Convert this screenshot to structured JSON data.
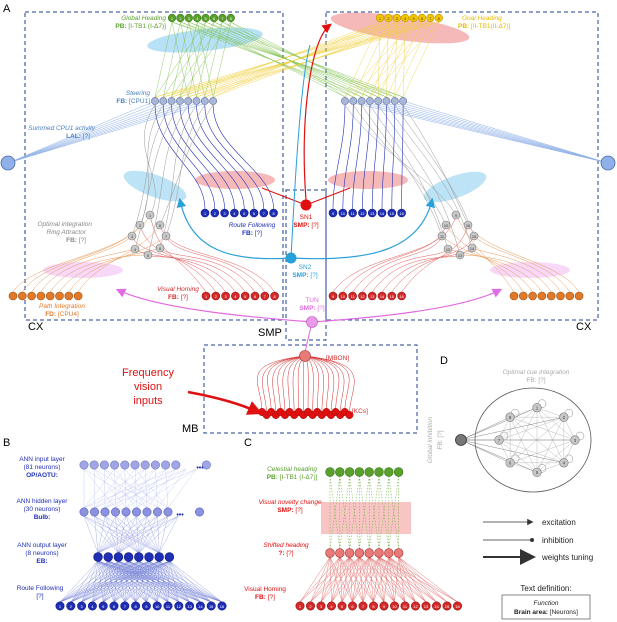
{
  "panels": {
    "a": "A",
    "b": "B",
    "c": "C",
    "d": "D"
  },
  "panel_a": {
    "global_heading": {
      "fn": "Global Heading",
      "area": "PB:",
      "neurons": "[I-TB1 (I-Δ7)]",
      "color": "#5aa02c"
    },
    "goal_heading": {
      "fn": "Goal Heading",
      "area": "PB:",
      "neurons": "[II-TB1(II-Δ7)]",
      "color": "#e8b800"
    },
    "steering": {
      "fn": "Steering",
      "area": "FB:",
      "neurons": "[CPU1]",
      "color": "#4a7fc1"
    },
    "summed": {
      "fn": "Summed CPU1 activity",
      "area": "LAL:",
      "neurons": "[?]",
      "color": "#4a7fc1"
    },
    "optimal_ring": {
      "fn1": "Optimal integration",
      "fn2": "Ring Attractor",
      "area": "FB:",
      "neurons": "[?]",
      "color": "#888888"
    },
    "route_following": {
      "fn": "Route Following",
      "area": "FB:",
      "neurons": "[?]",
      "color": "#1f2fb5"
    },
    "visual_homing": {
      "fn": "Visual Homing",
      "area": "FB:",
      "neurons": "[?]",
      "color": "#d42a2a"
    },
    "path_integration": {
      "fn": "Path Integration",
      "area": "FD:",
      "neurons": "[CPU4]",
      "color": "#e07a2a"
    },
    "sn1": {
      "fn": "SN1",
      "area": "SMP:",
      "neurons": "[?]",
      "color": "#e01010"
    },
    "sn2": {
      "fn": "SN2",
      "area": "SMP:",
      "neurons": "[?]",
      "color": "#2aa0d8"
    },
    "tun": {
      "fn": "TUN",
      "area": "SMP:",
      "neurons": "[?]",
      "color": "#e26ae2"
    },
    "mbon": "[MBON]",
    "kcs": "[KCs]",
    "freq_input": [
      "Frequency",
      "vision",
      "inputs"
    ],
    "region_cx_left": "CX",
    "region_cx_right": "CX",
    "region_smp": "SMP",
    "region_mb": "MB",
    "gh_numbers": [
      "1",
      "2",
      "3",
      "4",
      "5",
      "6",
      "7",
      "8"
    ],
    "goal_numbers": [
      "1",
      "2",
      "3",
      "4",
      "5",
      "6",
      "7",
      "8"
    ],
    "rf_left_numbers": [
      "1",
      "2",
      "3",
      "4",
      "5",
      "6",
      "7",
      "8"
    ],
    "rf_right_numbers": [
      "9",
      "10",
      "11",
      "12",
      "13",
      "14",
      "15",
      "16"
    ],
    "vh_left_numbers": [
      "1",
      "2",
      "3",
      "4",
      "5",
      "6",
      "7",
      "8"
    ],
    "vh_right_numbers": [
      "9",
      "10",
      "11",
      "12",
      "13",
      "14",
      "15",
      "16"
    ],
    "ring_left_numbers": [
      "1",
      "2",
      "3",
      "4",
      "5",
      "6",
      "7",
      "8"
    ],
    "ring_right_numbers": [
      "9",
      "10",
      "11",
      "12",
      "13",
      "14",
      "15",
      "16"
    ]
  },
  "panel_b": {
    "input_layer": {
      "l1": "ANN input layer",
      "l2": "(81 neurons)",
      "area": "OP/AOTU:"
    },
    "hidden_layer": {
      "l1": "ANN hidden layer",
      "l2": "(30 neurons)",
      "area": "Bulb:"
    },
    "output_layer": {
      "l1": "ANN output layer",
      "l2": "(8 neurons)",
      "area": "EB:"
    },
    "route": {
      "l1": "Route Following",
      "l2": "[?]"
    },
    "ellipsis": "•••",
    "bottom_numbers": [
      "1",
      "2",
      "3",
      "4",
      "5",
      "6",
      "7",
      "8",
      "9",
      "10",
      "11",
      "12",
      "13",
      "14",
      "15",
      "16"
    ]
  },
  "panel_c": {
    "celestial": {
      "fn": "Celestial heading",
      "area": "PB:",
      "neurons": "[I-TB1 (I-Δ7)]"
    },
    "novelty": {
      "fn": "Visual novelty change",
      "area": "SMP:",
      "neurons": "[?]"
    },
    "shifted": {
      "fn": "Shifted heading",
      "area": "?:",
      "neurons": "[?]"
    },
    "homing": {
      "fn": "Visual Homing",
      "area": "FB:",
      "neurons": "[?]"
    },
    "bottom_numbers": [
      "1",
      "2",
      "3",
      "4",
      "5",
      "6",
      "7",
      "8",
      "9",
      "10",
      "11",
      "12",
      "13",
      "14",
      "15",
      "16"
    ]
  },
  "panel_d": {
    "title": "Optimal cue integration",
    "title_area": "FB: [?]",
    "side_label": "Global inhibition",
    "side_area": "FB: [?]",
    "ring_numbers": [
      "1",
      "2",
      "3",
      "4",
      "5",
      "6",
      "7",
      "8"
    ]
  },
  "legend": {
    "excitation": "excitation",
    "inhibition": "inhibition",
    "weights": "weights tuning",
    "text_def_title": "Text definition:",
    "function": "Function",
    "brain_area": "Brain area:",
    "neurons": "[Neurons]"
  }
}
